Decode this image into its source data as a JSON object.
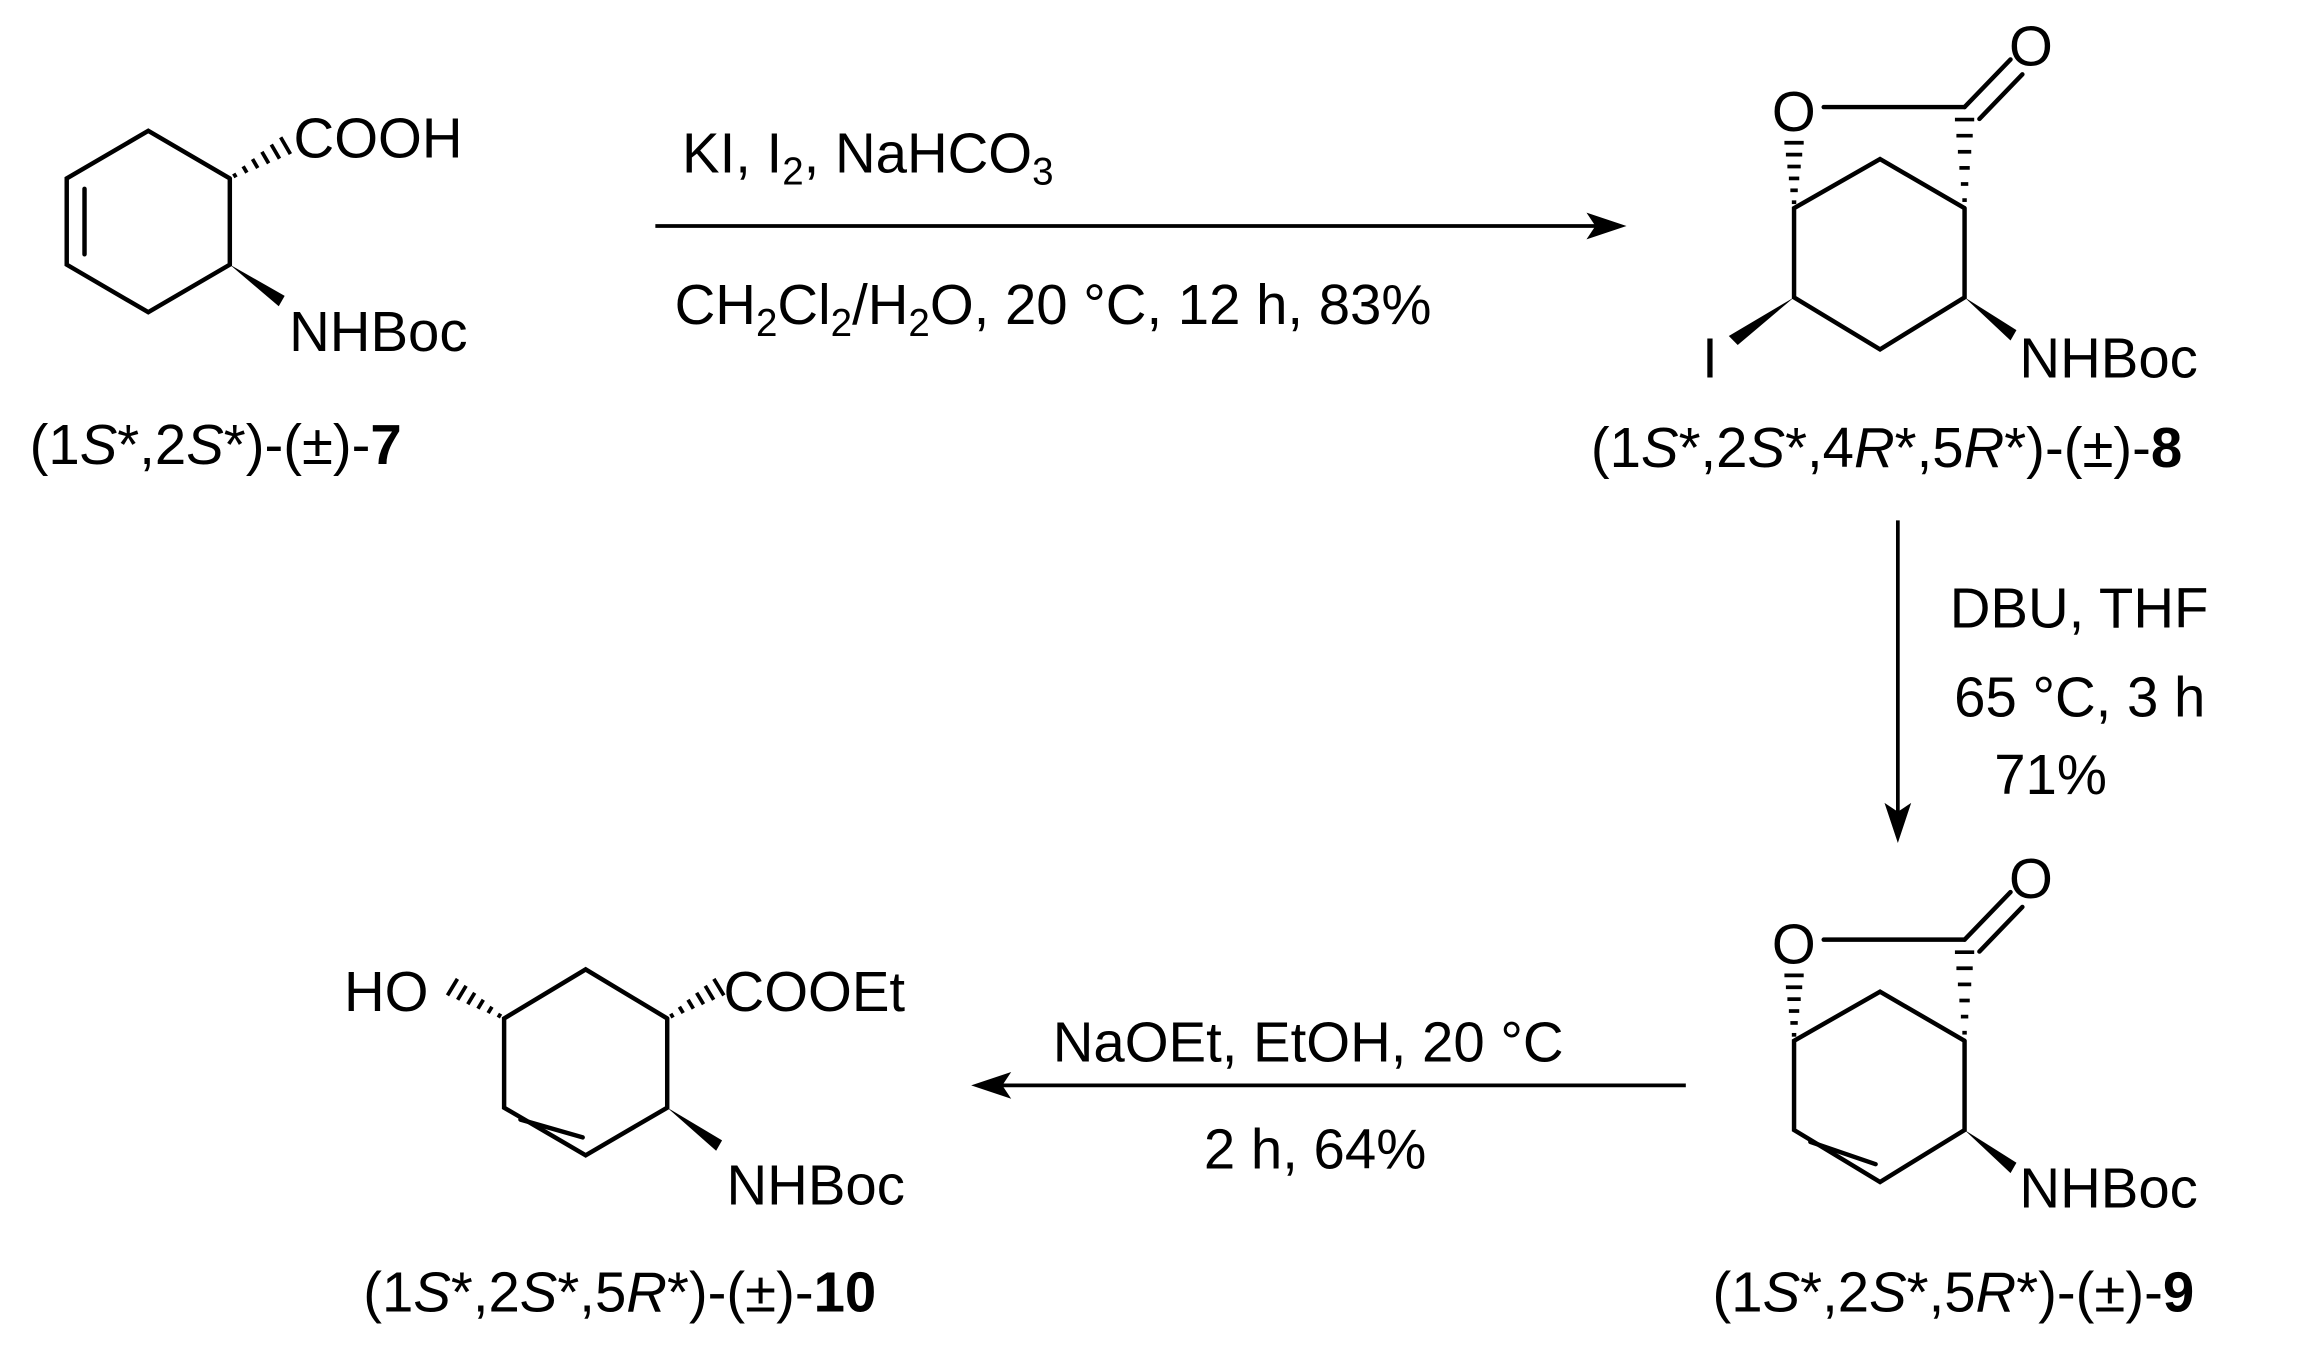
{
  "compounds": {
    "c7": {
      "groups": {
        "cooh": "COOH",
        "nhboc": "NHBoc"
      },
      "label": [
        {
          "t": "(1"
        },
        {
          "t": "S",
          "i": true
        },
        {
          "t": "*,2"
        },
        {
          "t": "S",
          "i": true
        },
        {
          "t": "*)-(±)-"
        },
        {
          "t": "7",
          "b": true
        }
      ]
    },
    "c8": {
      "groups": {
        "o_ring": "O",
        "o_carbonyl": "O",
        "iodo": "I",
        "nhboc": "NHBoc"
      },
      "label": [
        {
          "t": "(1"
        },
        {
          "t": "S",
          "i": true
        },
        {
          "t": "*,2"
        },
        {
          "t": "S",
          "i": true
        },
        {
          "t": "*,4"
        },
        {
          "t": "R",
          "i": true
        },
        {
          "t": "*,5"
        },
        {
          "t": "R",
          "i": true
        },
        {
          "t": "*)-(±)-"
        },
        {
          "t": "8",
          "b": true
        }
      ]
    },
    "c9": {
      "groups": {
        "o_ring": "O",
        "o_carbonyl": "O",
        "nhboc": "NHBoc"
      },
      "label": [
        {
          "t": "(1"
        },
        {
          "t": "S",
          "i": true
        },
        {
          "t": "*,2"
        },
        {
          "t": "S",
          "i": true
        },
        {
          "t": "*,5"
        },
        {
          "t": "R",
          "i": true
        },
        {
          "t": "*)-(±)-"
        },
        {
          "t": "9",
          "b": true
        }
      ]
    },
    "c10": {
      "groups": {
        "ho": "HO",
        "cooet": "COOEt",
        "nhboc": "NHBoc"
      },
      "label": [
        {
          "t": "(1"
        },
        {
          "t": "S",
          "i": true
        },
        {
          "t": "*,2"
        },
        {
          "t": "S",
          "i": true
        },
        {
          "t": "*,5"
        },
        {
          "t": "R",
          "i": true
        },
        {
          "t": "*)-(±)-"
        },
        {
          "t": "10",
          "b": true
        }
      ]
    }
  },
  "steps": {
    "step1": {
      "above": [
        {
          "t": "KI, I"
        },
        {
          "t": "2",
          "sub": true
        },
        {
          "t": ", NaHCO"
        },
        {
          "t": "3",
          "sub": true
        }
      ],
      "below": [
        {
          "t": "CH"
        },
        {
          "t": "2",
          "sub": true
        },
        {
          "t": "Cl"
        },
        {
          "t": "2",
          "sub": true
        },
        {
          "t": "/H"
        },
        {
          "t": "2",
          "sub": true
        },
        {
          "t": "O, 20 °C, 12 h, 83%"
        }
      ]
    },
    "step2": {
      "line1": "DBU, THF",
      "line2": "65 °C, 3 h",
      "line3": "71%"
    },
    "step3": {
      "above": "NaOEt, EtOH, 20 °C",
      "below": "2 h, 64%"
    }
  }
}
